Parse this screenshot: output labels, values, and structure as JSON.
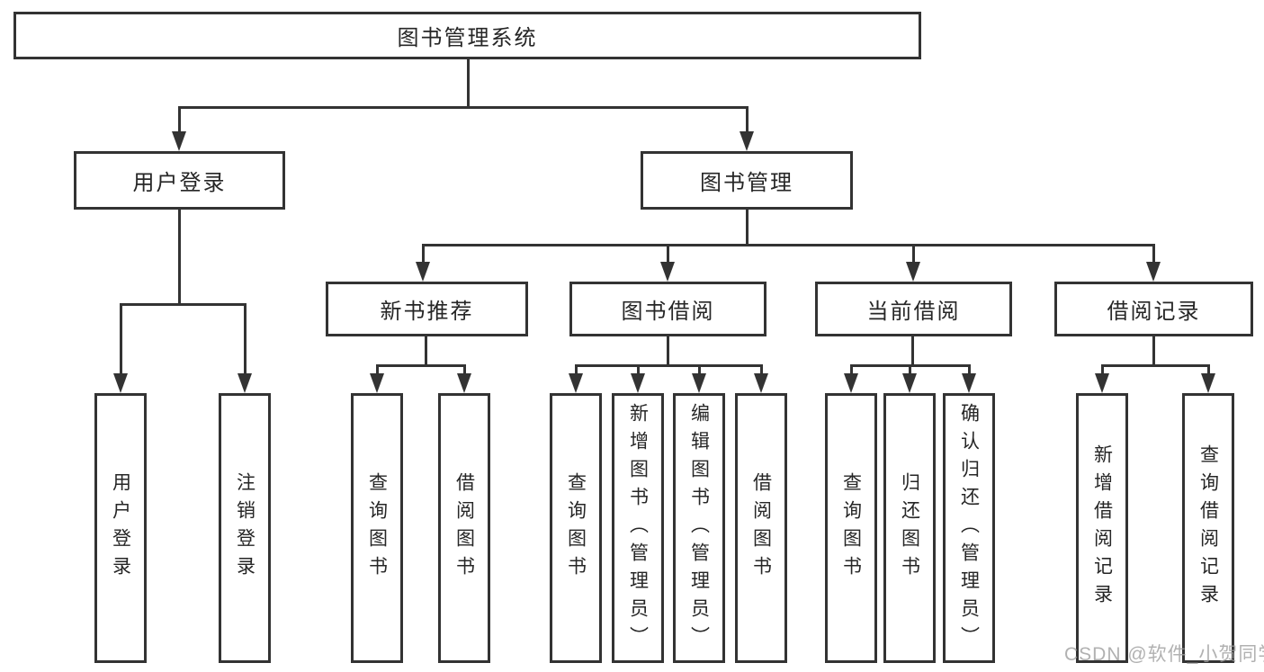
{
  "title": "图书管理系统",
  "nodes": {
    "user_login": "用户登录",
    "book_mgmt": "图书管理",
    "new_book": "新书推荐",
    "book_borrow": "图书借阅",
    "current_borrow": "当前借阅",
    "borrow_record": "借阅记录"
  },
  "leaves": {
    "user_login": [
      "用户登录",
      "注销登录"
    ],
    "new_book": [
      "查询图书",
      "借阅图书"
    ],
    "book_borrow": [
      "查询图书",
      "新增图书（管理员）",
      "编辑图书（管理员）",
      "借阅图书"
    ],
    "current_borrow": [
      "查询图书",
      "归还图书",
      "确认归还（管理员）"
    ],
    "borrow_record": [
      "新增借阅记录",
      "查询借阅记录"
    ]
  },
  "watermark": {
    "text": "CSDN @软件_小贺同学"
  },
  "colors": {
    "line": "#333333",
    "text": "#262626",
    "background": "#ffffff",
    "watermark": "#9e9e9e"
  }
}
